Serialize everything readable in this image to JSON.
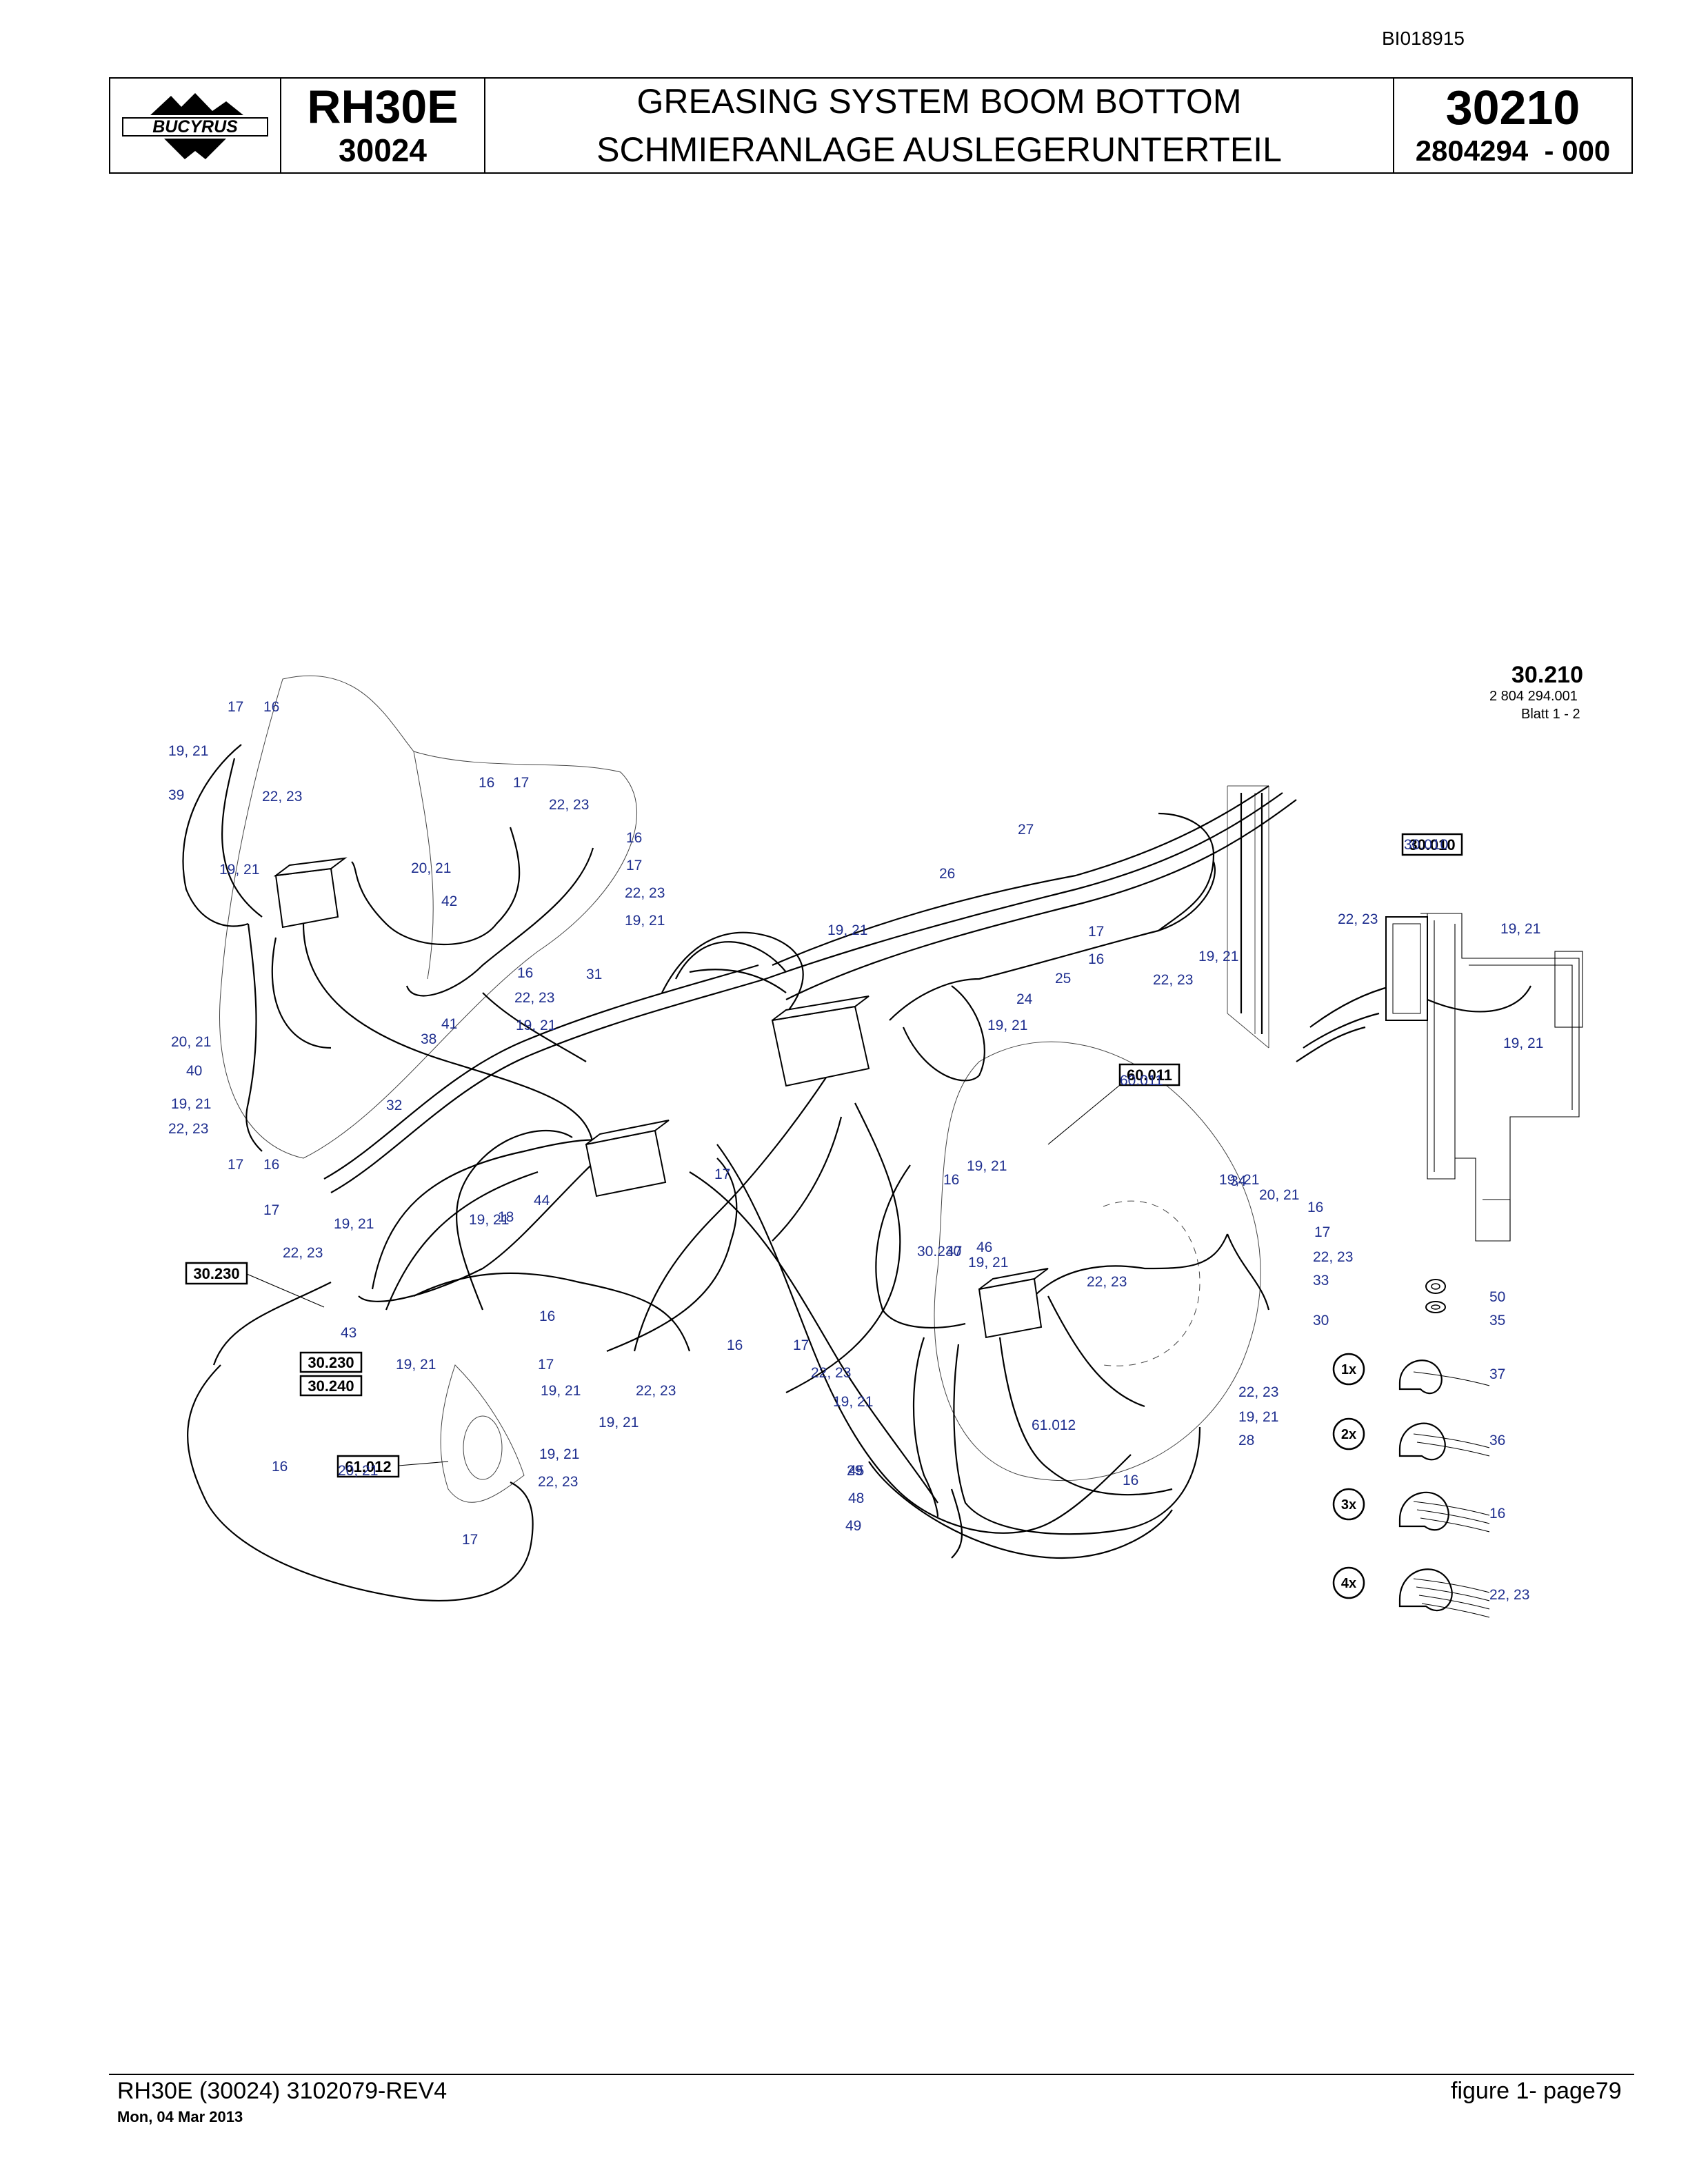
{
  "document_id": "BI018915",
  "header": {
    "logo_text": "BUCYRUS",
    "model": "RH30E",
    "model_code": "30024",
    "title_en": "GREASING SYSTEM BOOM BOTTOM",
    "title_de": "SCHMIERANLAGE AUSLEGERUNTERTEIL",
    "group_number": "30210",
    "part_number": "2804294  - 000"
  },
  "sheet": {
    "id": "30.210",
    "drawing_number": "2 804 294.001",
    "sheet_label": "Blatt 1 - 2"
  },
  "references": [
    "30.010",
    "60.011",
    "30.230",
    "30.230",
    "30.240",
    "61.012"
  ],
  "callouts": [
    "17",
    "16",
    "19, 21",
    "22, 23",
    "39",
    "16",
    "17",
    "22, 23",
    "16",
    "17",
    "22, 23",
    "19, 21",
    "19, 21",
    "20, 21",
    "42",
    "27",
    "26",
    "30.010",
    "19, 21",
    "17",
    "16",
    "19, 21",
    "22, 23",
    "25",
    "24",
    "19, 21",
    "22, 23",
    "19, 21",
    "19, 21",
    "16",
    "22, 23",
    "31",
    "19, 21",
    "41",
    "20, 21",
    "38",
    "40",
    "19, 21",
    "22, 23",
    "17",
    "16",
    "32",
    "60.011",
    "17",
    "16",
    "19, 21",
    "19, 21",
    "44",
    "17",
    "19, 21",
    "22, 23",
    "30.230",
    "18",
    "43",
    "16",
    "17",
    "19, 21",
    "19, 21",
    "22, 23",
    "19, 21",
    "22, 23",
    "30",
    "33",
    "34",
    "16",
    "17",
    "22, 23",
    "16",
    "17",
    "22, 23",
    "19, 21",
    "20, 21",
    "19, 21",
    "45",
    "46",
    "47",
    "48",
    "49",
    "50",
    "35",
    "37",
    "36",
    "16",
    "22, 23",
    "19, 21",
    "61.012",
    "16",
    "22, 23",
    "19, 21",
    "28",
    "20, 21",
    "19, 21",
    "22, 23",
    "17",
    "16",
    "29"
  ],
  "clamp_quantities": [
    "1x",
    "2x",
    "3x",
    "4x"
  ],
  "footer": {
    "left": "RH30E (30024) 3102079-REV4",
    "date": "Mon, 04 Mar 2013",
    "right": "figure  1- page79"
  }
}
